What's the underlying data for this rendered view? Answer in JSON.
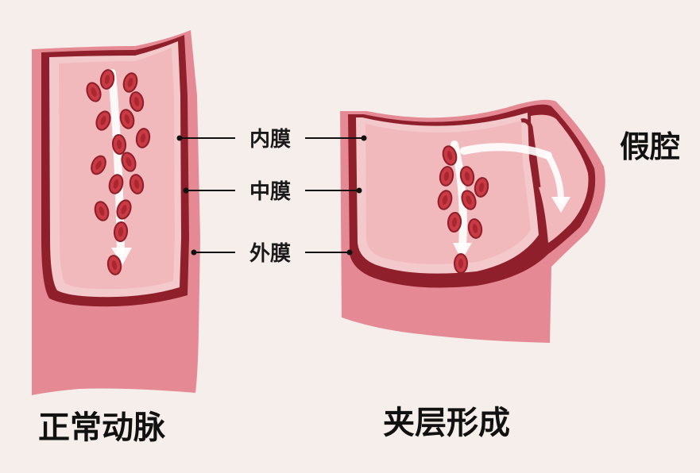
{
  "labels": {
    "intima": "内膜",
    "media": "中膜",
    "adventitia": "外膜",
    "false_lumen": "假腔",
    "normal_artery": "正常动脉",
    "dissection_formation": "夹层形成"
  },
  "colors": {
    "background": "#f6eeea",
    "outer_wall": "#e58a95",
    "media_band": "#8f1f2a",
    "intima_line": "#f3c9cb",
    "lumen": "#f2b9bd",
    "blood_cell": "#c93a45",
    "blood_cell_edge": "#8e1e28",
    "flow_arrow": "#ffffff",
    "text": "#111111"
  }
}
